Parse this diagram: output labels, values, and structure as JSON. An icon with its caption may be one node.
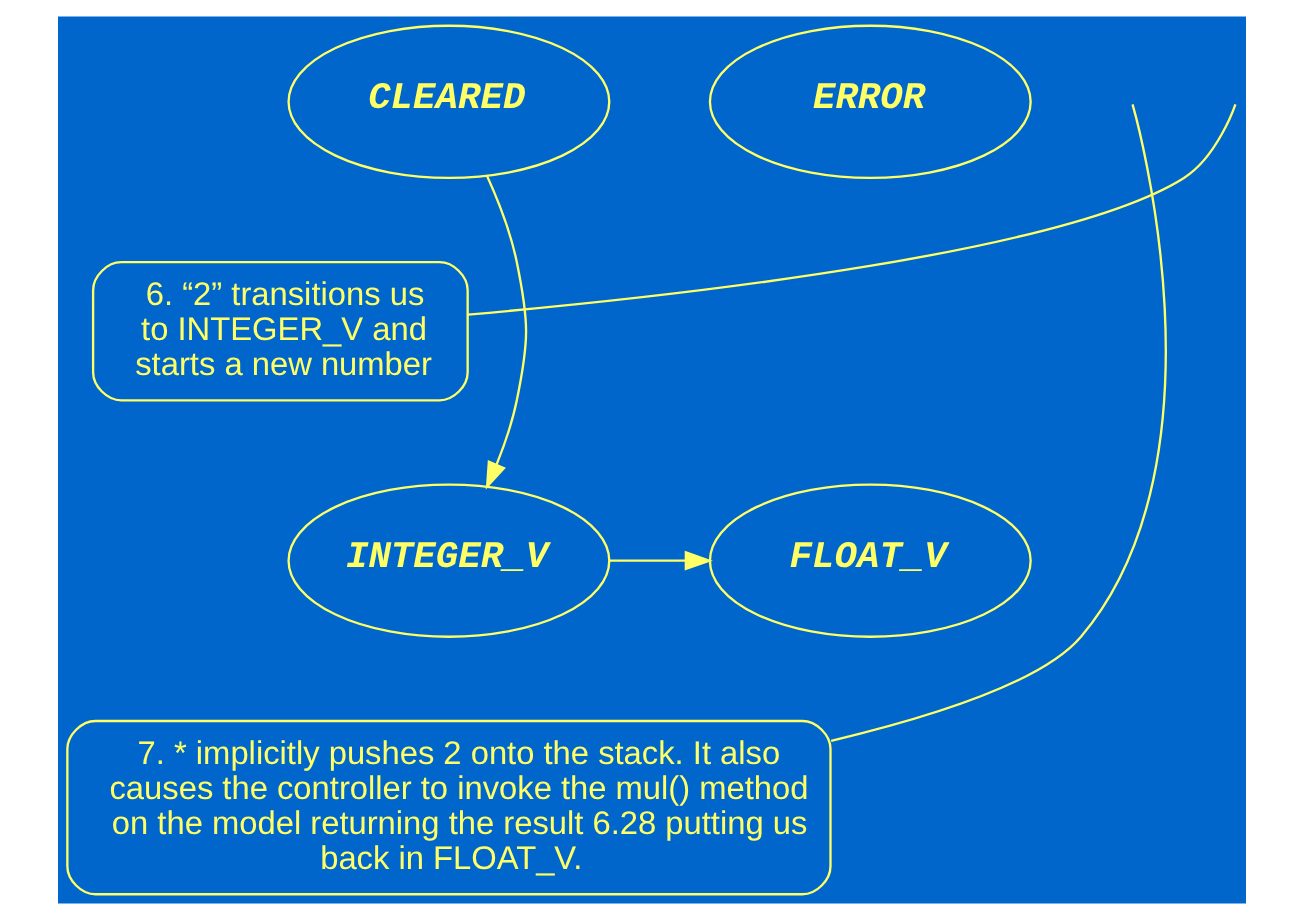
{
  "diagram": {
    "nodes": [
      {
        "text": [
          "CLEARED"
        ]
      },
      {
        "text": [
          "ERROR"
        ]
      },
      {
        "text": [
          "6. “2” transitions us to INTEGER_V and starts a new number"
        ]
      },
      {
        "text": [
          "INTEGER_V"
        ]
      },
      {
        "text": [
          "FLOAT_V"
        ]
      },
      {
        "text": [
          "7. * implicitly pushes 2 onto the stack. It also causes the controller to invoke the mul() method on the model returning the result 6.28 putting us back in FLOAT_V."
        ]
      }
    ],
    "edges": [
      {
        "from": 0,
        "to": 3,
        "arrow": "to"
      },
      {
        "from": 3,
        "to": 4,
        "arrow": "to"
      },
      {
        "from": 2,
        "to": null,
        "arrow": "none"
      },
      {
        "from": 5,
        "to": null,
        "arrow": "none"
      }
    ]
  }
}
